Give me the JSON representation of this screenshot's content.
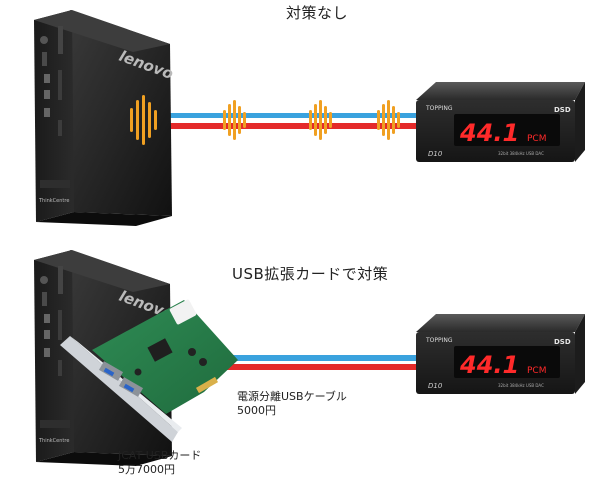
{
  "section_top": {
    "title": "対策なし"
  },
  "section_bottom": {
    "title": "USB拡張カードで対策"
  },
  "pc": {
    "brand": "lenovo",
    "sub_brand": "ThinkCentre"
  },
  "dac": {
    "brand": "TOPPING",
    "badge": "DSD",
    "display": "44.1",
    "unit": "PCM",
    "model": "D10",
    "caption": "32bit 384kHz USB DAC"
  },
  "card": {
    "name": "JCAT USBカード",
    "price": "5万7000円"
  },
  "cable": {
    "name": "電源分離USBケーブル",
    "price": "5000円"
  },
  "colors": {
    "cable_blue": "#3aa2de",
    "cable_red": "#e42a2a",
    "noise": "#f0a022",
    "led": "#ff2a2a"
  }
}
